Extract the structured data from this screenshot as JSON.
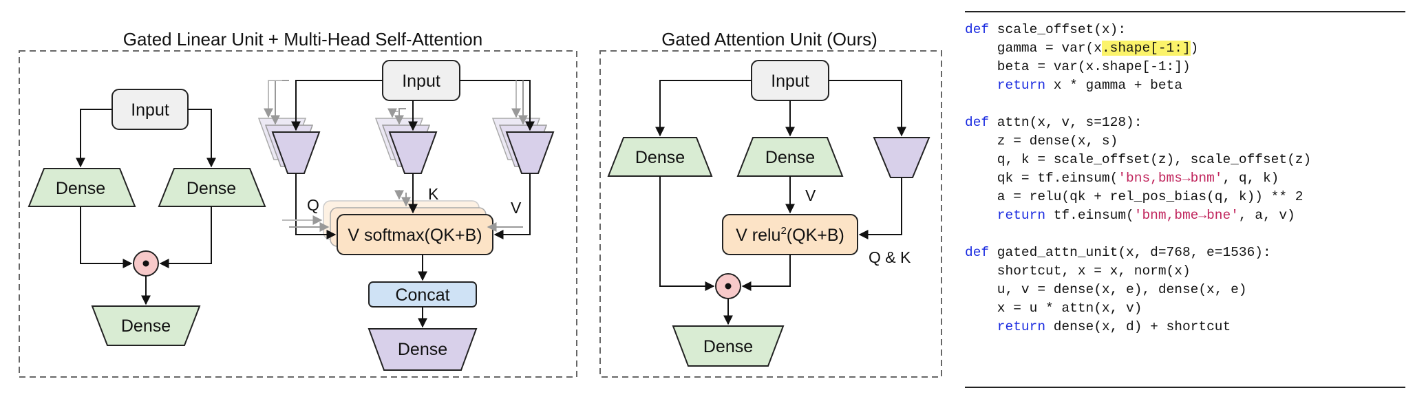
{
  "panels": {
    "glu_mhsa": {
      "title": "Gated Linear Unit  + Multi-Head Self-Attention",
      "glu": {
        "input": "Input",
        "dense_left": "Dense",
        "dense_right": "Dense",
        "dense_out": "Dense"
      },
      "mhsa": {
        "input": "Input",
        "label_q": "Q",
        "label_k": "K",
        "label_v": "V",
        "attention": "V softmax(QK+B)",
        "concat": "Concat",
        "dense_out": "Dense"
      }
    },
    "gau": {
      "title": "Gated Attention Unit (Ours)",
      "input": "Input",
      "dense_left": "Dense",
      "dense_mid": "Dense",
      "label_v": "V",
      "attention_prefix": "V relu",
      "attention_sup": "2",
      "attention_suffix": "(QK+B)",
      "label_qk": "Q & K",
      "dense_out": "Dense"
    }
  },
  "colors": {
    "green_fill": "#d9ecd3",
    "purple_fill": "#d8d0ea",
    "input_fill": "#f0f0f0",
    "orange_fill": "#fce3c6",
    "blue_fill": "#cfe2f5",
    "pink_fill": "#f7c9c9",
    "keyword": "#1a2be0",
    "string": "#c0245c",
    "highlight": "#fbf36a"
  },
  "code": {
    "scale_offset": {
      "def_kw": "def",
      "signature": " scale_offset(x):",
      "l1_pre": "    gamma = var(x",
      "l1_hl": ".shape[-1:]",
      "l1_post": ")",
      "l2": "    beta = var(x.shape[-1:])",
      "l3_kw": "    return",
      "l3_rest": " x * gamma + beta"
    },
    "attn": {
      "def_kw": "def",
      "signature": " attn(x, v, s=128):",
      "l1": "    z = dense(x, s)",
      "l2": "    q, k = scale_offset(z), scale_offset(z)",
      "l3_pre": "    qk = tf.einsum(",
      "l3_str": "'bns,bms→bnm'",
      "l3_post": ", q, k)",
      "l4": "    a = relu(qk + rel_pos_bias(q, k)) ** 2",
      "l5_kw": "    return",
      "l5_pre": " tf.einsum(",
      "l5_str": "'bnm,bme→bne'",
      "l5_post": ", a, v)"
    },
    "gated_attn_unit": {
      "def_kw": "def",
      "signature": " gated_attn_unit(x, d=768, e=1536):",
      "l1": "    shortcut, x = x, norm(x)",
      "l2": "    u, v = dense(x, e), dense(x, e)",
      "l3": "    x = u * attn(x, v)",
      "l4_kw": "    return",
      "l4_rest": " dense(x, d) + shortcut"
    }
  }
}
